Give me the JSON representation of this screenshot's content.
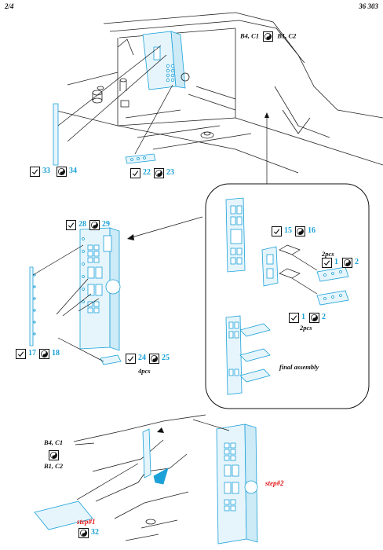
{
  "header": {
    "left": "2/4",
    "right": "36 303"
  },
  "icons": {
    "assemble": "checkmark-icon",
    "rotate": "yin-yang-icon"
  },
  "colors": {
    "part": "#1ba1d8",
    "line": "#222222",
    "highlight": "#e21b1b"
  },
  "top": {
    "label": "B4, C1",
    "label_alt": "B1, C2",
    "parts_a": {
      "n1": "33",
      "n2": "34"
    },
    "parts_b": {
      "n1": "22",
      "n2": "23"
    }
  },
  "middle": {
    "parts_top": {
      "n1": "28",
      "n2": "29"
    },
    "parts_left": {
      "n1": "17",
      "n2": "18"
    },
    "parts_bottom": {
      "n1": "24",
      "n2": "25"
    },
    "bottom_count": "4pcs"
  },
  "inset": {
    "parts_top": {
      "n1": "15",
      "n2": "16"
    },
    "parts_mid": {
      "n1": "1",
      "n2": "2"
    },
    "count_top": "2pcs",
    "parts_low": {
      "n1": "1",
      "n2": "2"
    },
    "count_low": "2pcs",
    "caption": "final assembly"
  },
  "bottom": {
    "label": "B4, C1",
    "label_alt": "B1, C2",
    "step1": "step#1",
    "step1_part": "32",
    "step2": "step#2"
  }
}
